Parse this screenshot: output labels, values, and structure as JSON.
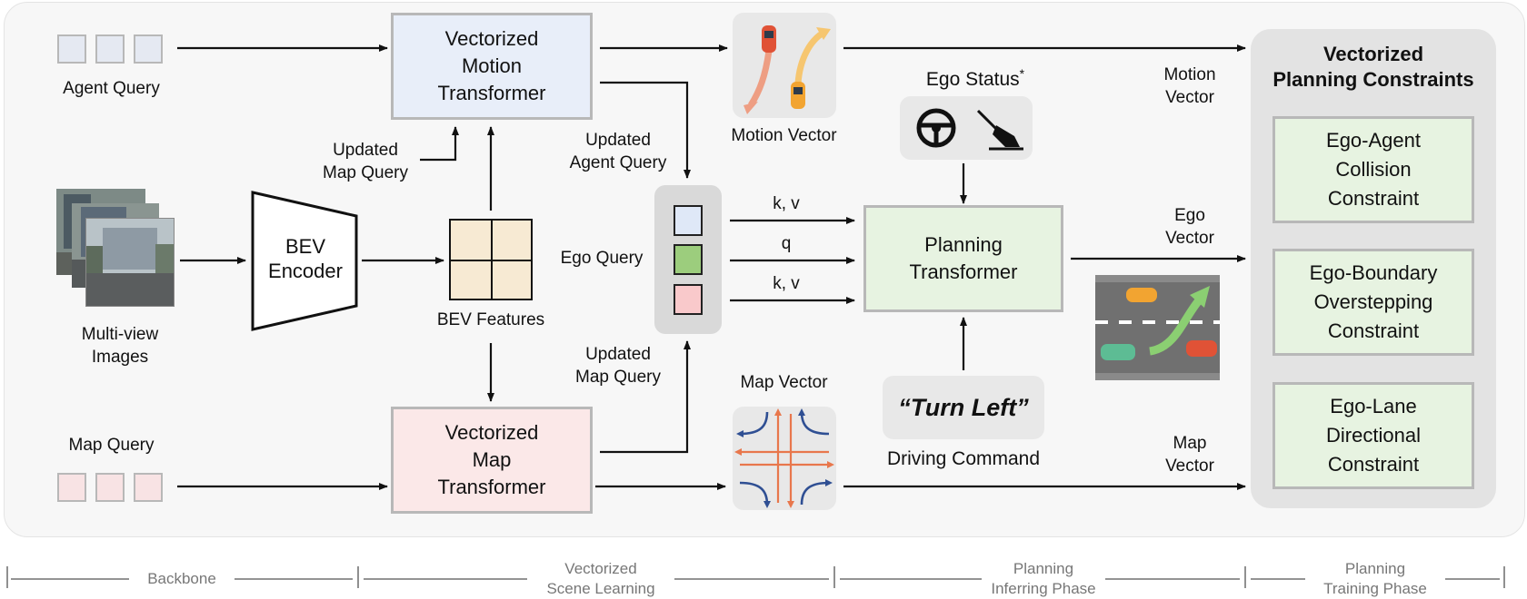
{
  "agent_query": "Agent Query",
  "map_query": "Map Query",
  "images": {
    "line1": "Multi-view",
    "line2": "Images"
  },
  "bev_encoder": {
    "line1": "BEV",
    "line2": "Encoder"
  },
  "bev_features": "BEV Features",
  "motion_transformer": {
    "line1": "Vectorized",
    "line2": "Motion",
    "line3": "Transformer"
  },
  "map_transformer": {
    "line1": "Vectorized",
    "line2": "Map",
    "line3": "Transformer"
  },
  "updated_map_query_a": {
    "line1": "Updated",
    "line2": "Map Query"
  },
  "updated_agent_query": {
    "line1": "Updated",
    "line2": "Agent Query"
  },
  "updated_map_query_b": {
    "line1": "Updated",
    "line2": "Map Query"
  },
  "motion_vector_caption": "Motion Vector",
  "map_vector_caption": "Map Vector",
  "ego_query": "Ego Query",
  "kv_top": "k, v",
  "q_label": "q",
  "kv_bottom": "k, v",
  "ego_status": {
    "label": "Ego Status",
    "mark": "*"
  },
  "planning_transformer": {
    "line1": "Planning",
    "line2": "Transformer"
  },
  "turn_left": "“Turn Left”",
  "driving_command": "Driving Command",
  "outputs": {
    "motion": {
      "line1": "Motion",
      "line2": "Vector"
    },
    "ego": {
      "line1": "Ego",
      "line2": "Vector"
    },
    "map": {
      "line1": "Map",
      "line2": "Vector"
    }
  },
  "constraints": {
    "title_line1": "Vectorized",
    "title_line2": "Planning Constraints",
    "c1": {
      "line1": "Ego-Agent",
      "line2": "Collision",
      "line3": "Constraint"
    },
    "c2": {
      "line1": "Ego-Boundary",
      "line2": "Overstepping",
      "line3": "Constraint"
    },
    "c3": {
      "line1": "Ego-Lane",
      "line2": "Directional",
      "line3": "Constraint"
    }
  },
  "phases": {
    "backbone": "Backbone",
    "scene": {
      "line1": "Vectorized",
      "line2": "Scene Learning"
    },
    "infer": {
      "line1": "Planning",
      "line2": "Inferring Phase"
    },
    "train": {
      "line1": "Planning",
      "line2": "Training Phase"
    }
  },
  "colors": {
    "motion_fill": "#e8eef9",
    "map_fill": "#fbe8e8",
    "planning_fill": "#e7f3e1",
    "bev_fill": "#f7ead3",
    "ego_blue": "#dfe8f7",
    "ego_green": "#9ccd7d",
    "ego_pink": "#f9c9cb",
    "map_blue": "#2f4f93",
    "map_orange": "#e8774c"
  },
  "icons": [
    "steering-wheel-icon",
    "brake-pedal-icon",
    "car-icon"
  ]
}
